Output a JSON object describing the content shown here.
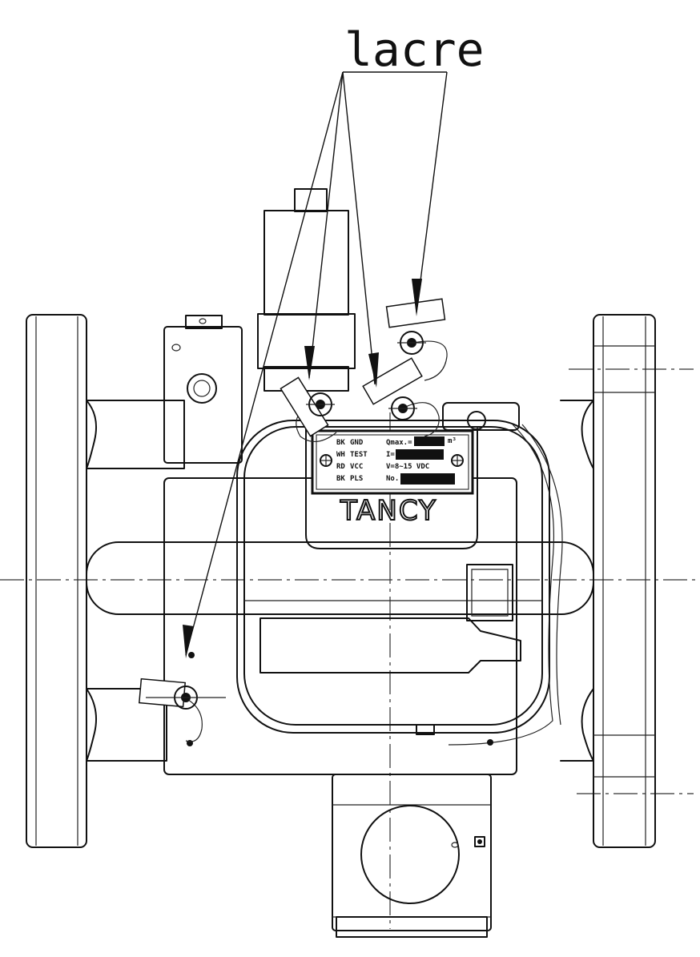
{
  "callout": {
    "label": "lacre"
  },
  "nameplate": {
    "terminals": [
      "GND",
      "TEST",
      "VCC",
      "PLS"
    ],
    "terminal_prefix": [
      "BK",
      "WH",
      "RD",
      "BK"
    ],
    "fields": [
      "Qmax.=",
      "I=",
      "V=8~15 VDC",
      "No."
    ],
    "units": "m³"
  },
  "brand": {
    "name": "TANCY"
  }
}
